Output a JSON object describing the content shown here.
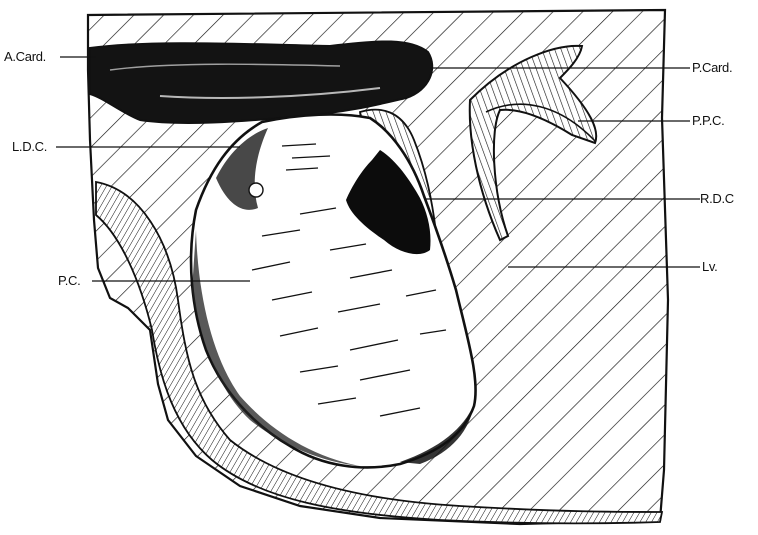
{
  "figure": {
    "colors": {
      "ink": "#111111",
      "paper": "#ffffff",
      "dark_fill": "#0c0c0c"
    },
    "labels": [
      {
        "id": "a-card",
        "text": "A.Card."
      },
      {
        "id": "p-card",
        "text": "P.Card."
      },
      {
        "id": "ldc",
        "text": "L.D.C."
      },
      {
        "id": "ppc",
        "text": "P.P.C."
      },
      {
        "id": "rdc",
        "text": "R.D.C"
      },
      {
        "id": "pc",
        "text": "P.C."
      },
      {
        "id": "lv",
        "text": "Lv."
      }
    ]
  }
}
